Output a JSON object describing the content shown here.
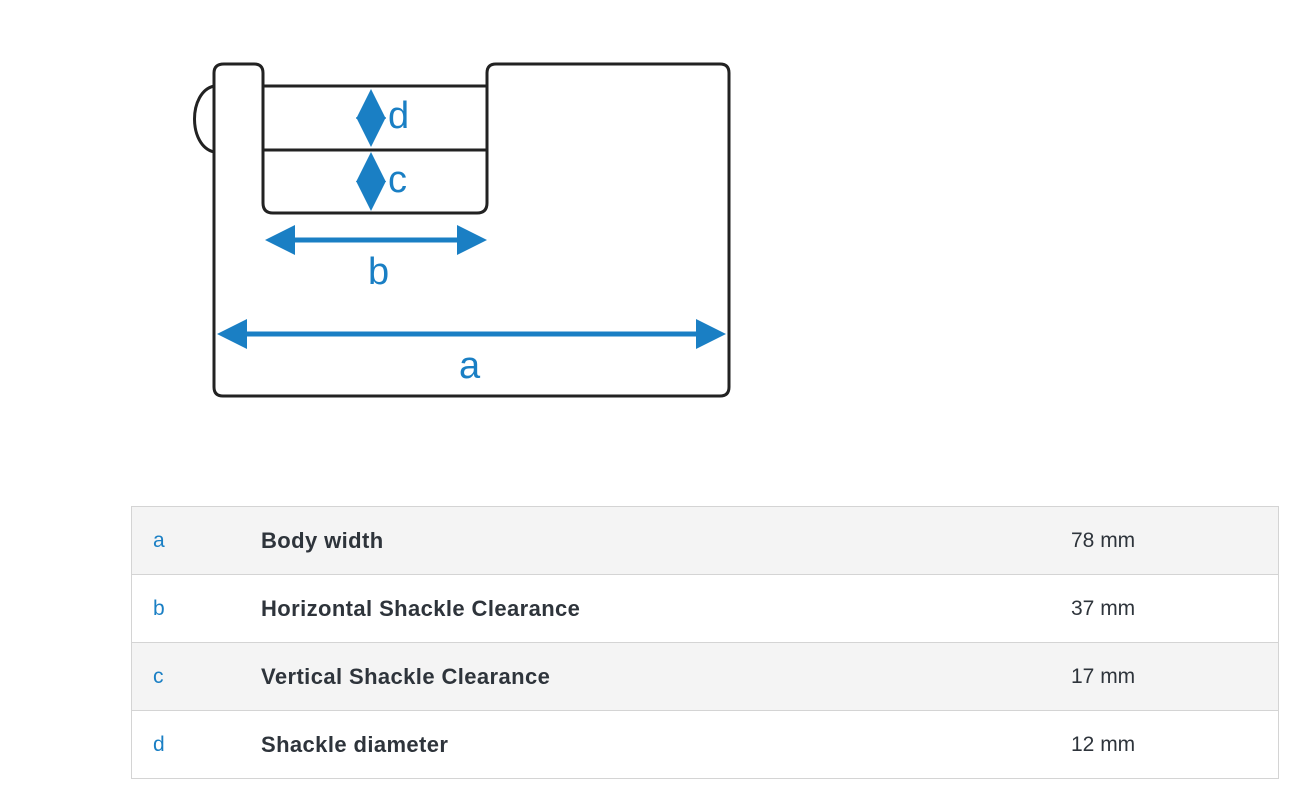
{
  "diagram": {
    "labels": {
      "a": "a",
      "b": "b",
      "c": "c",
      "d": "d"
    },
    "accent_color": "#1a7fc4",
    "outline_color": "#222222"
  },
  "specs": [
    {
      "key": "a",
      "name": "Body width",
      "value": "78 mm"
    },
    {
      "key": "b",
      "name": "Horizontal Shackle Clearance",
      "value": "37 mm"
    },
    {
      "key": "c",
      "name": "Vertical Shackle Clearance",
      "value": "17 mm"
    },
    {
      "key": "d",
      "name": "Shackle diameter",
      "value": "12 mm"
    }
  ]
}
